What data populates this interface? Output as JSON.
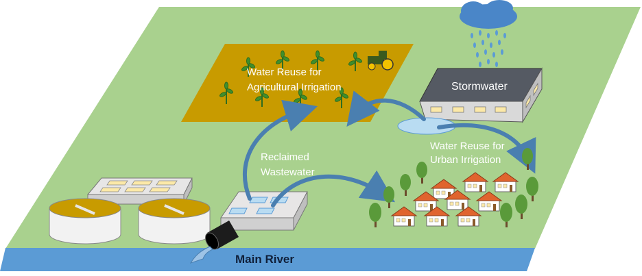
{
  "labels": {
    "agriculture_line1": "Water Reuse for",
    "agriculture_line2": "Agricultural Irrigation",
    "stormwater": "Stormwater",
    "urban_line1": "Water Reuse for",
    "urban_line2": "Urban Irrigation",
    "reclaimed_line1": "Reclaimed",
    "reclaimed_line2": "Wastewater",
    "river": "Main River"
  },
  "colors": {
    "land": "#a9d18e",
    "field": "#c89b00",
    "river": "#5b9bd5",
    "arrow": "#4a7fb0",
    "building_roof": "#555a63",
    "house_roof": "#e0642e",
    "tree": "#5a9a3a",
    "cloud": "#4a86c8"
  },
  "icons": [
    "rain-cloud-icon",
    "tractor-icon",
    "house-icon",
    "tree-icon",
    "outfall-pipe-icon"
  ]
}
